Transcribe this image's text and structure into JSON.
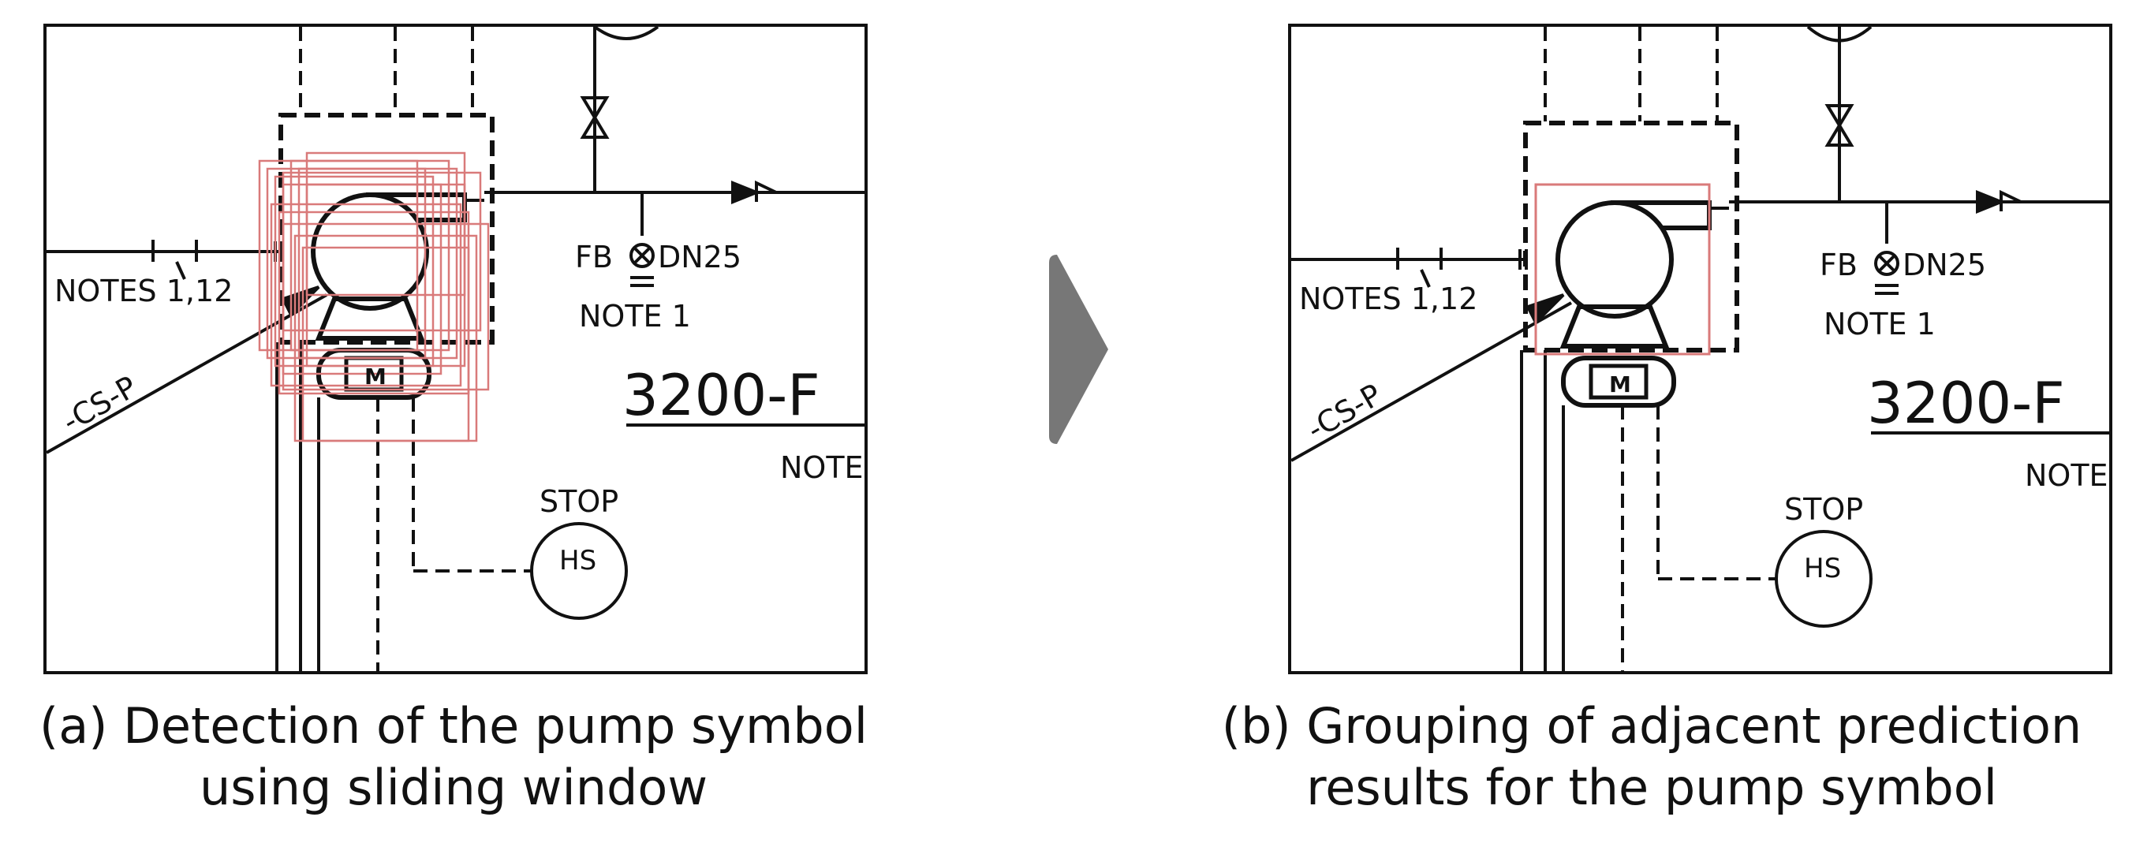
{
  "panels": [
    {
      "id": "a",
      "caption_line1": "(a) Detection of the pump symbol",
      "caption_line2": "using sliding window",
      "drawing": {
        "notes_label": "NOTES 1,12",
        "line_label": "-CS-P",
        "valve_label": "FB",
        "valve_size": "DN25",
        "note_label": "NOTE 1",
        "line_number": "3200-F",
        "note_partial": "NOTE",
        "stop_label": "STOP",
        "hs_label": "HS",
        "motor_label": "M"
      }
    },
    {
      "id": "b",
      "caption_line1": "(b) Grouping of adjacent prediction",
      "caption_line2": "results for the pump symbol",
      "drawing": {
        "notes_label": "NOTES 1,12",
        "line_label": "-CS-P",
        "valve_label": "FB",
        "valve_size": "DN25",
        "note_label": "NOTE 1",
        "line_number": "3200-F",
        "note_partial": "NOTE",
        "stop_label": "STOP",
        "hs_label": "HS",
        "motor_label": "M"
      }
    }
  ],
  "colors": {
    "line": "#111111",
    "detection_box": "#d97a7a",
    "arrow": "#777777"
  }
}
